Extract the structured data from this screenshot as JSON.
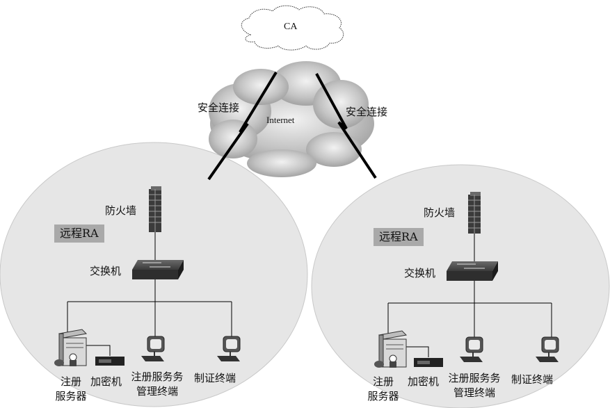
{
  "ca": "CA",
  "internet": "Internet",
  "secure_link_left": "安全连接",
  "secure_link_right": "安全连接",
  "sites": [
    {
      "ra": "远程RA",
      "firewall": "防火墙",
      "switch": "交换机",
      "reg_server_line1": "注册",
      "reg_server_line2": "服务器",
      "encryptor": "加密机",
      "reg_terminal_line1": "注册服务务",
      "reg_terminal_line2": "管理终端",
      "cert_terminal": "制证终端"
    },
    {
      "ra": "远程RA",
      "firewall": "防火墙",
      "switch": "交换机",
      "reg_server_line1": "注册",
      "reg_server_line2": "服务器",
      "encryptor": "加密机",
      "reg_terminal_line1": "注册服务务",
      "reg_terminal_line2": "管理终端",
      "cert_terminal": "制证终端"
    }
  ],
  "colors": {
    "site_fill": "#e6e6e6",
    "ra_box": "#a9a9a9",
    "cloud": "#b5b5b5"
  }
}
